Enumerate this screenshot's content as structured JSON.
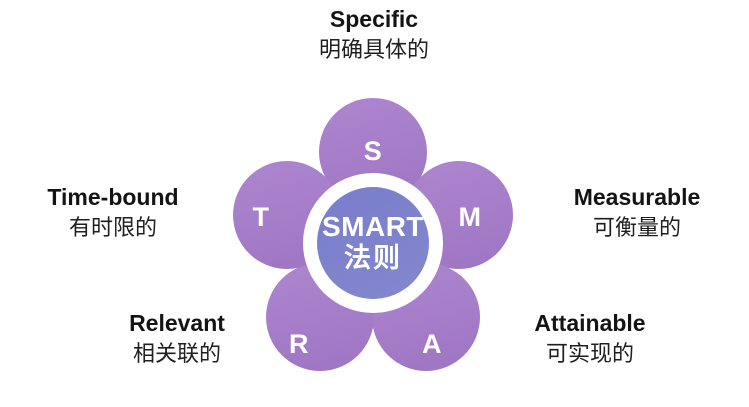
{
  "diagram": {
    "name": "SMART goal framework flower diagram",
    "center": {
      "title": "SMART",
      "subtitle": "法则"
    },
    "colors": {
      "petal": "#a87eca",
      "center": "#7b81cb",
      "center_ring": "#ffffff",
      "background": "#ffffff",
      "letter": "#ffffff",
      "label_text": "#141414"
    },
    "petals": [
      {
        "key": "specific",
        "letter": "S",
        "position": "top",
        "label_en": "Specific",
        "label_zh": "明确具体的"
      },
      {
        "key": "measurable",
        "letter": "M",
        "position": "right",
        "label_en": "Measurable",
        "label_zh": "可衡量的"
      },
      {
        "key": "attainable",
        "letter": "A",
        "position": "bottom-right",
        "label_en": "Attainable",
        "label_zh": "可实现的"
      },
      {
        "key": "relevant",
        "letter": "R",
        "position": "bottom-left",
        "label_en": "Relevant",
        "label_zh": "相关联的"
      },
      {
        "key": "time-bound",
        "letter": "T",
        "position": "left",
        "label_en": "Time-bound",
        "label_zh": "有时限的"
      }
    ]
  }
}
